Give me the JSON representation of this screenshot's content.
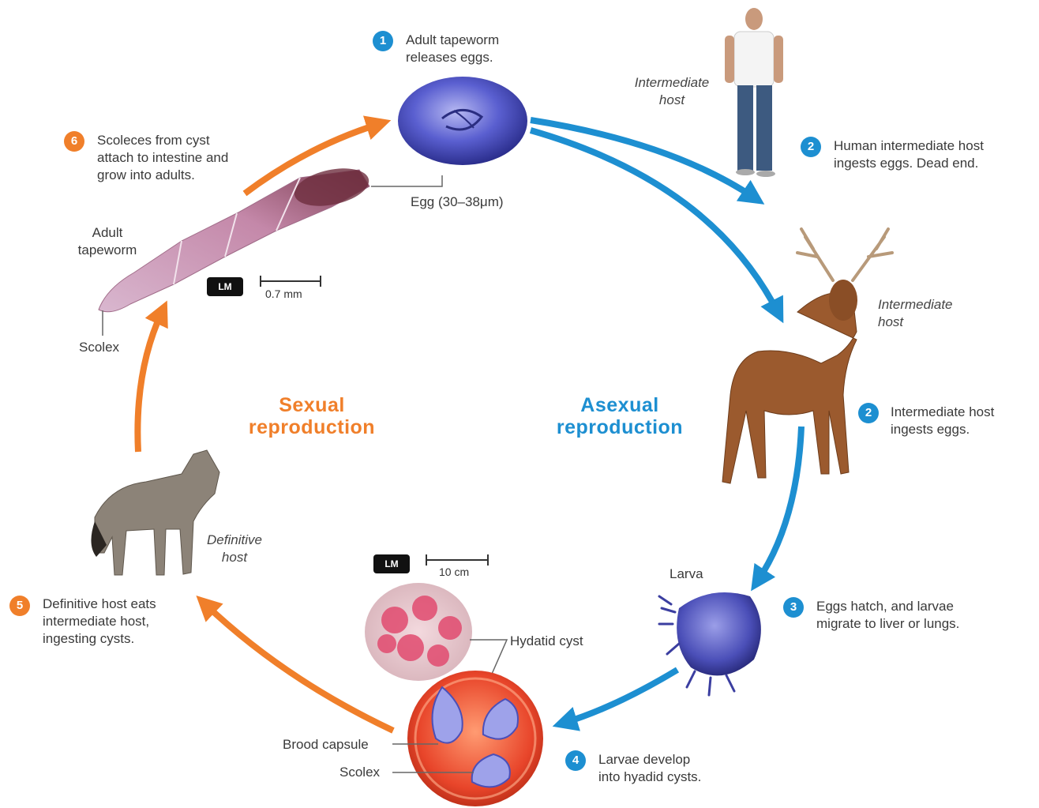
{
  "steps": [
    {
      "num": "1",
      "text": "Adult tapeworm\nreleases eggs."
    },
    {
      "num": "2",
      "text": "Human intermediate host\ningests eggs. Dead end."
    },
    {
      "num": "2",
      "text": "Intermediate host\ningests eggs."
    },
    {
      "num": "3",
      "text": "Eggs hatch, and larvae\nmigrate to liver or lungs."
    },
    {
      "num": "4",
      "text": "Larvae develop\ninto hyadid cysts."
    },
    {
      "num": "5",
      "text": "Definitive host eats\nintermediate host,\ningesting cysts."
    },
    {
      "num": "6",
      "text": "Scoleces from cyst\nattach to intestine and\ngrow into adults."
    }
  ],
  "hosts": {
    "human": "Intermediate\nhost",
    "deer": "Intermediate\nhost",
    "wolf": "Definitive\nhost"
  },
  "labels": {
    "egg": "Egg (30–38μm)",
    "adult_tapeworm": "Adult\ntapeworm",
    "scolex_top": "Scolex",
    "larva": "Larva",
    "hydatid_cyst": "Hydatid cyst",
    "brood_capsule": "Brood capsule",
    "scolex_bottom": "Scolex"
  },
  "reproduction": {
    "sexual": "Sexual\nreproduction",
    "asexual": "Asexual\nreproduction"
  },
  "scale_bars": {
    "lm_label_1": "LM",
    "scale_1": "0.7 mm",
    "lm_label_2": "LM",
    "scale_2": "10 cm"
  },
  "colors": {
    "asexual_arrow": "#1d8fd1",
    "sexual_arrow": "#f07f2a",
    "egg": "#4a4fc0",
    "cyst": "#e6452a"
  }
}
